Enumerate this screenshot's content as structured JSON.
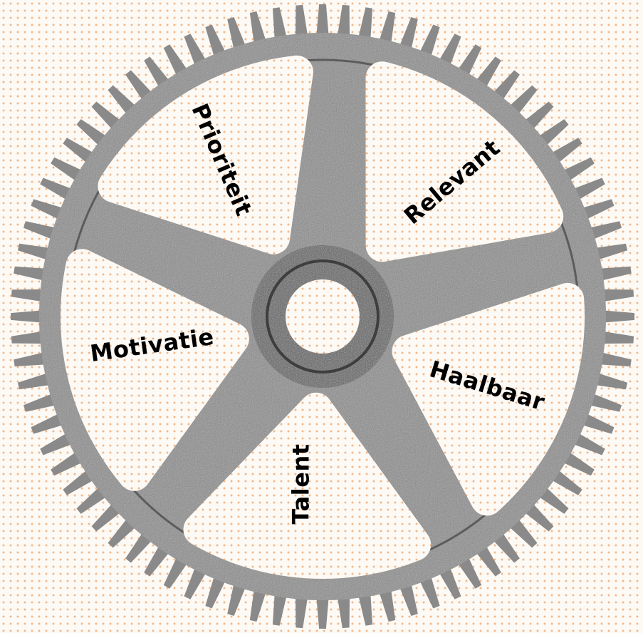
{
  "diagram": {
    "labels": {
      "prioriteit": "Prioriteit",
      "relevant": "Relevant",
      "motivatie": "Motivatie",
      "haalbaar": "Haalbaar",
      "talent": "Talent"
    },
    "colors": {
      "gear_metal": "#8a8a8a",
      "gear_dark": "#5c5c5c",
      "background": "#fdf9f4",
      "dots": "#efb98d",
      "label_text": "#000000"
    }
  }
}
